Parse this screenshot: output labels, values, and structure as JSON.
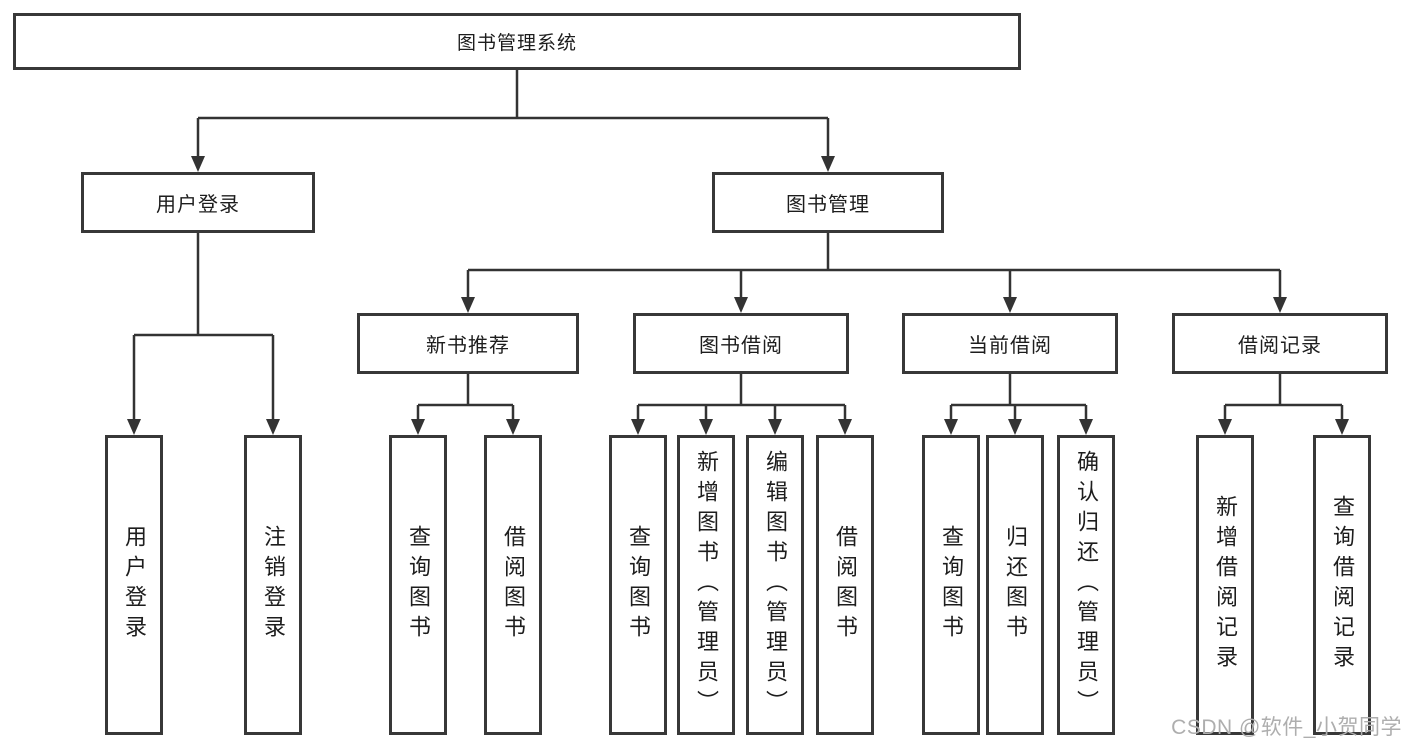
{
  "diagram": {
    "title": {
      "label": "图书管理系统"
    },
    "branches": [
      {
        "label": "用户登录"
      },
      {
        "label": "图书管理"
      }
    ],
    "modules": [
      {
        "label": "新书推荐"
      },
      {
        "label": "图书借阅"
      },
      {
        "label": "当前借阅"
      },
      {
        "label": "借阅记录"
      }
    ],
    "leaves": [
      {
        "label": "用户登录"
      },
      {
        "label": "注销登录"
      },
      {
        "label": "查询图书"
      },
      {
        "label": "借阅图书"
      },
      {
        "label": "查询图书"
      },
      {
        "label": "新增图书（管理员）"
      },
      {
        "label": "编辑图书（管理员）"
      },
      {
        "label": "借阅图书"
      },
      {
        "label": "查询图书"
      },
      {
        "label": "归还图书"
      },
      {
        "label": "确认归还（管理员）"
      },
      {
        "label": "新增借阅记录"
      },
      {
        "label": "查询借阅记录"
      }
    ],
    "hierarchy": {
      "用户登录": [
        "用户登录",
        "注销登录"
      ],
      "图书管理": [
        "新书推荐",
        "图书借阅",
        "当前借阅",
        "借阅记录"
      ],
      "新书推荐": [
        "查询图书",
        "借阅图书"
      ],
      "图书借阅": [
        "查询图书",
        "新增图书（管理员）",
        "编辑图书（管理员）",
        "借阅图书"
      ],
      "当前借阅": [
        "查询图书",
        "归还图书",
        "确认归还（管理员）"
      ],
      "借阅记录": [
        "新增借阅记录",
        "查询借阅记录"
      ]
    }
  },
  "watermark": {
    "text": "CSDN @软件_小贺同学"
  },
  "colors": {
    "line": "#333333",
    "box_border": "#383838",
    "text": "#1d1d1d",
    "watermark": "#aeaeae",
    "background": "#ffffff"
  }
}
